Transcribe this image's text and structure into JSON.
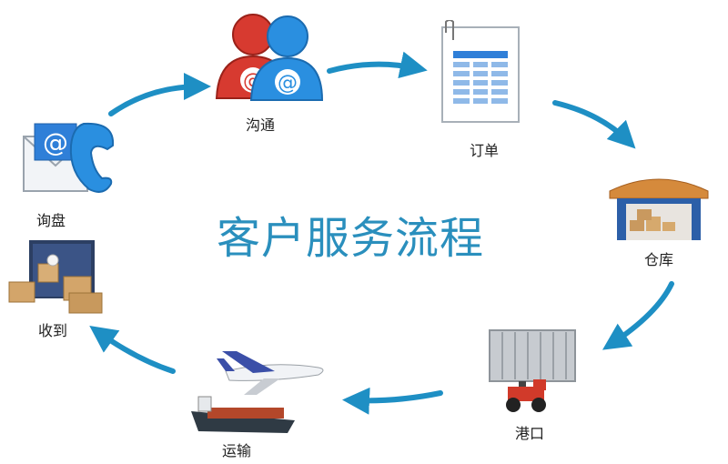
{
  "diagram": {
    "title": "客户服务流程",
    "steps": [
      {
        "id": "inquiry",
        "label": "询盘",
        "icon": "email-phone-icon"
      },
      {
        "id": "communicate",
        "label": "沟通",
        "icon": "contacts-icon"
      },
      {
        "id": "order",
        "label": "订单",
        "icon": "spreadsheet-icon"
      },
      {
        "id": "warehouse",
        "label": "仓库",
        "icon": "warehouse-icon"
      },
      {
        "id": "port",
        "label": "港口",
        "icon": "container-loader-icon"
      },
      {
        "id": "transport",
        "label": "运输",
        "icon": "plane-ship-icon"
      },
      {
        "id": "received",
        "label": "收到",
        "icon": "boxes-icon"
      }
    ],
    "colors": {
      "accent": "#2a8fbd",
      "arrow": "#1e8fc4"
    }
  }
}
